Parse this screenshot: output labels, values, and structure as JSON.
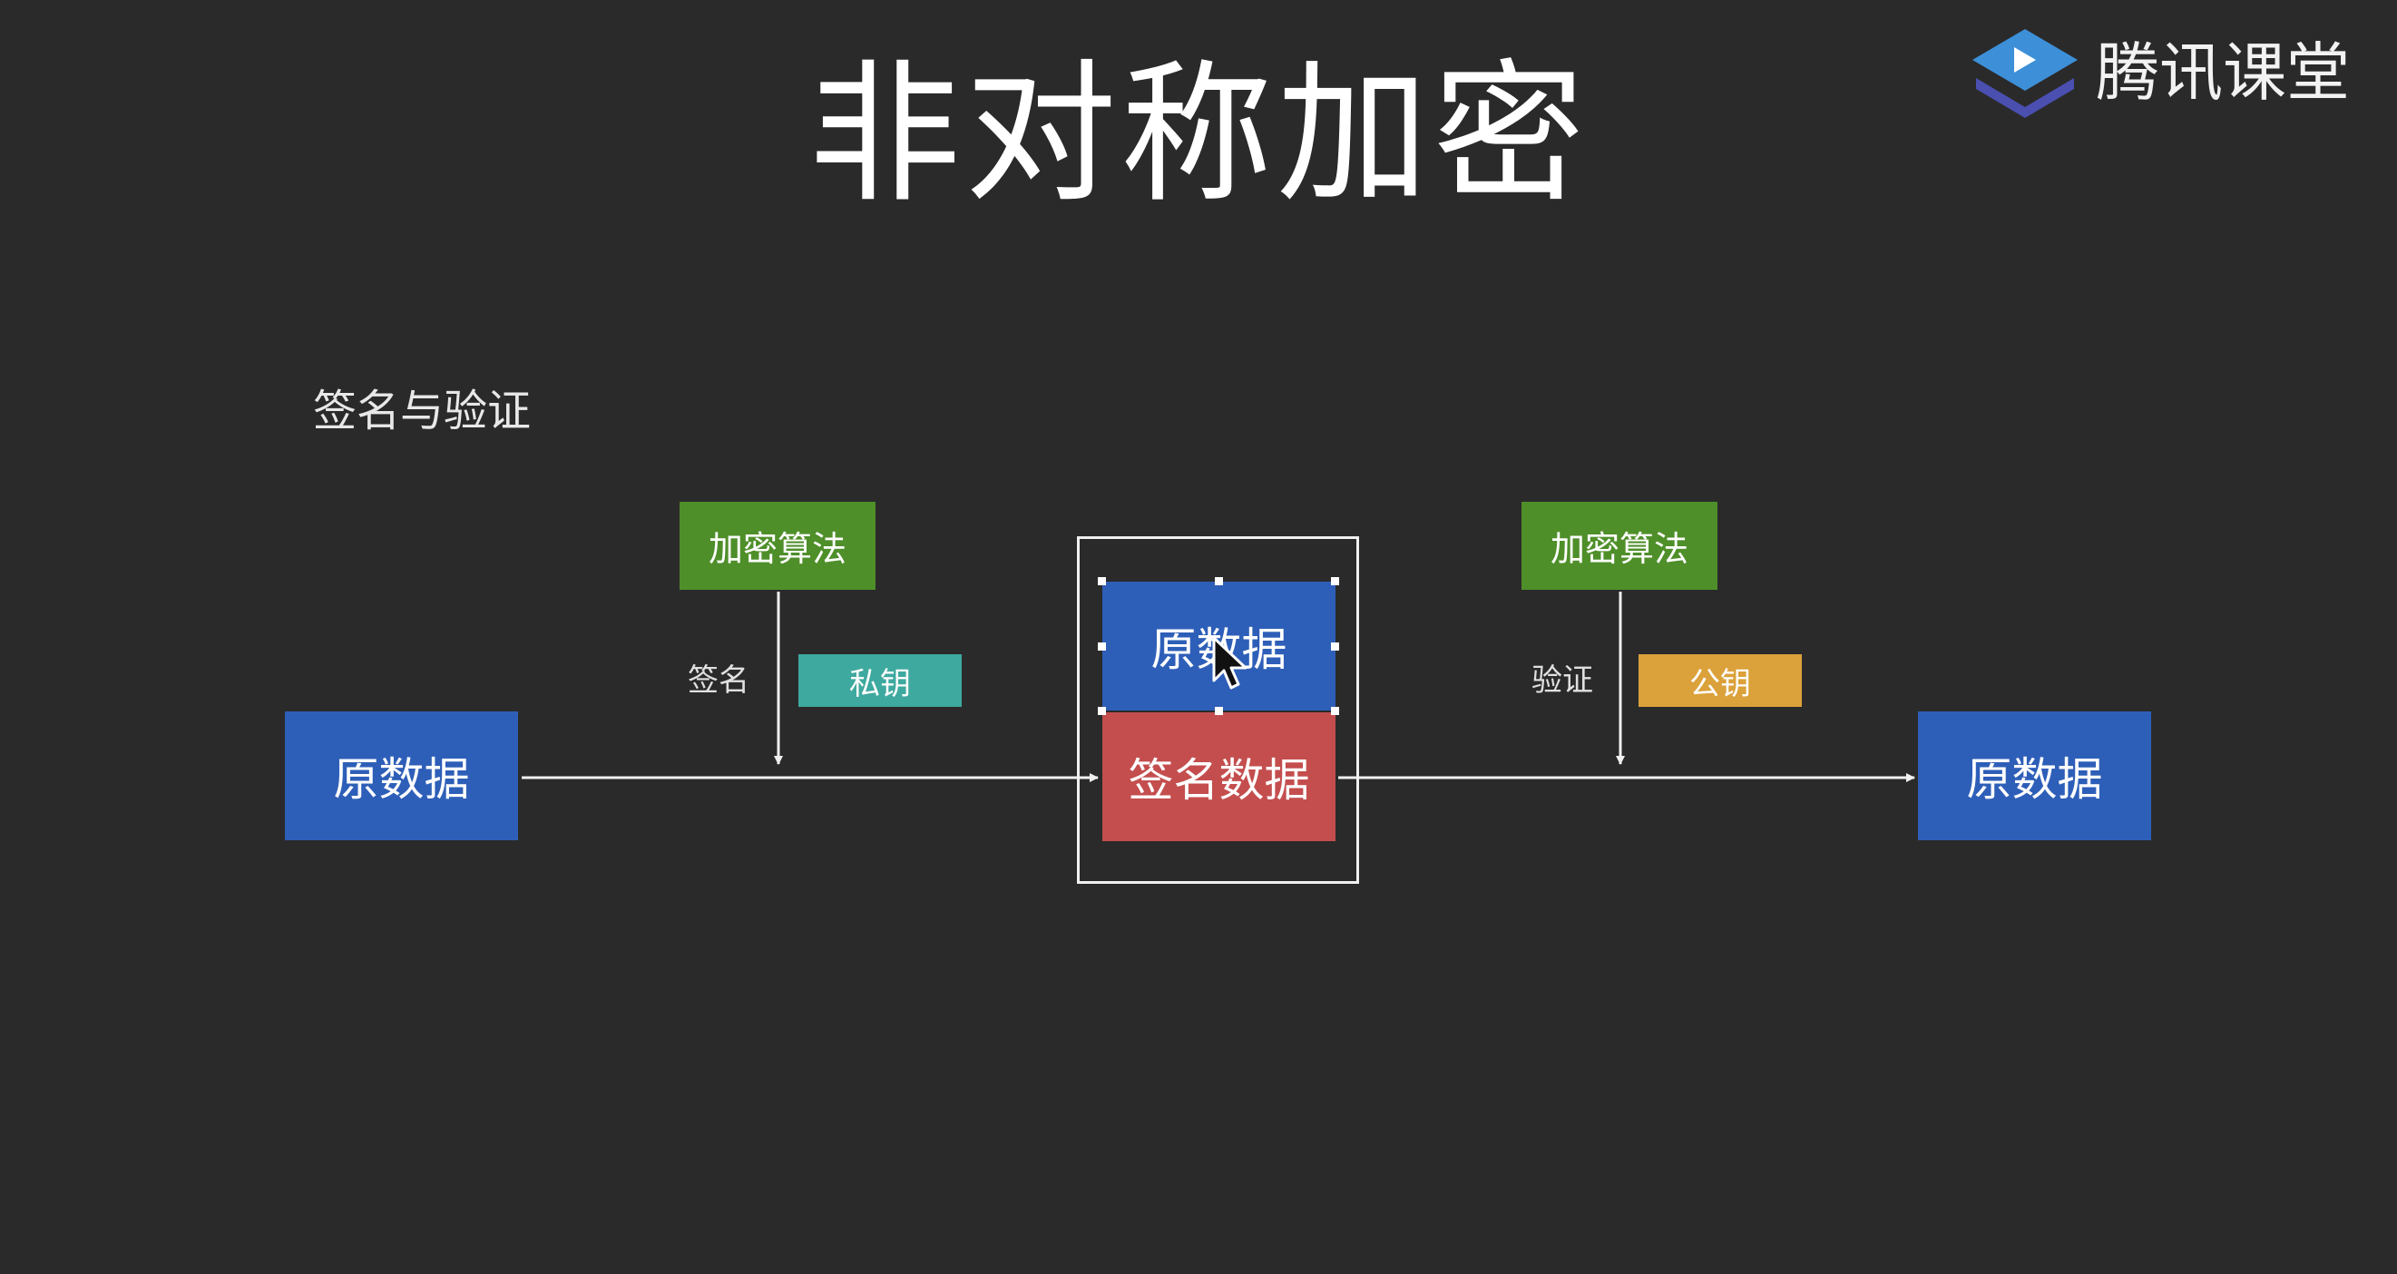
{
  "slide": {
    "title": "非对称加密",
    "subtitle": "签名与验证"
  },
  "logo": {
    "text": "腾讯课堂",
    "icon": "play-icon"
  },
  "diagram": {
    "source": "原数据",
    "sign_algorithm": "加密算法",
    "sign_label": "签名",
    "private_key": "私钥",
    "bundle_data": "原数据",
    "bundle_signature": "签名数据",
    "verify_algorithm": "加密算法",
    "verify_label": "验证",
    "public_key": "公钥",
    "result": "原数据"
  },
  "colors": {
    "background": "#2a2a2a",
    "data_blue": "#2e5fb8",
    "algorithm_green": "#4f8f2a",
    "private_key_teal": "#3ea99f",
    "public_key_orange": "#dba13a",
    "signature_red": "#c44e4e"
  }
}
